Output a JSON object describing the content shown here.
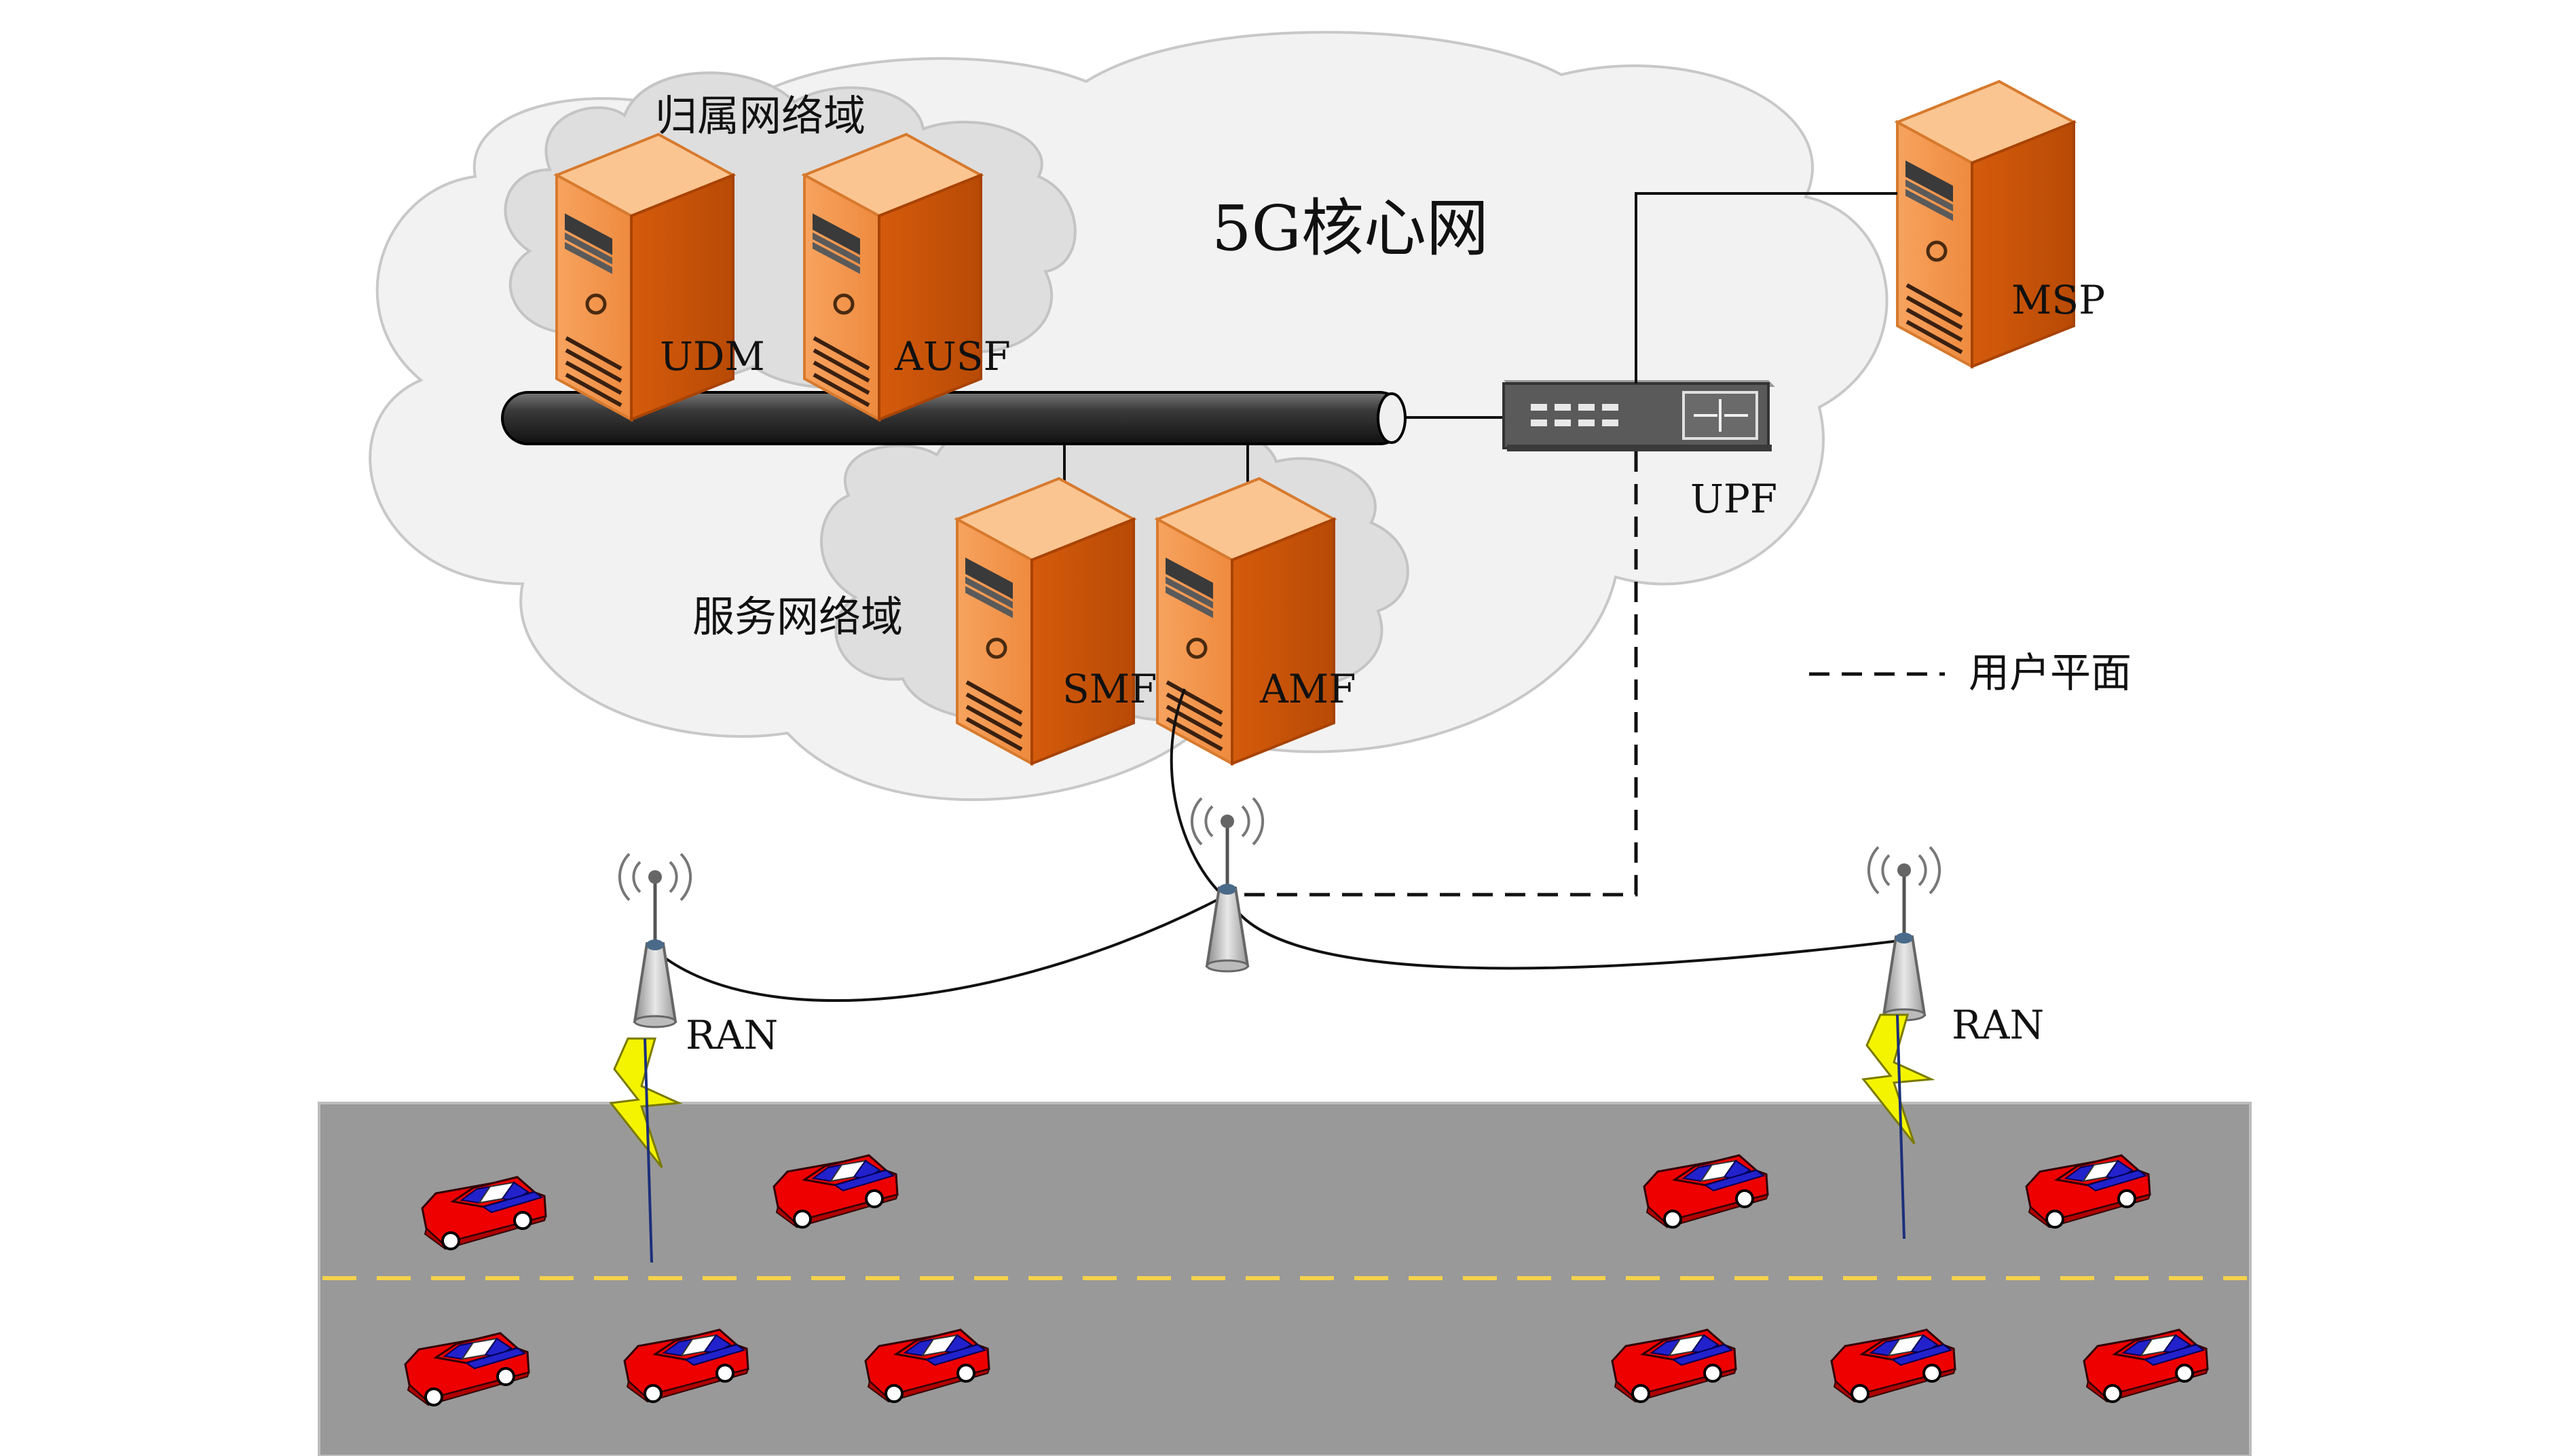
{
  "core_network": {
    "title": "5G核心网"
  },
  "home_domain": {
    "title": "归属网络域"
  },
  "serving_domain": {
    "title": "服务网络域"
  },
  "servers": {
    "udm": "UDM",
    "ausf": "AUSF",
    "smf": "SMF",
    "amf": "AMF",
    "msp": "MSP"
  },
  "upf": {
    "label": "UPF"
  },
  "ran": {
    "left": "RAN",
    "right": "RAN"
  },
  "legend": {
    "user_plane": "用户平面"
  },
  "colors": {
    "cloud_outer": "#f2f2f2",
    "cloud_inner": "#dedede",
    "server_orange": "#e8741e",
    "road": "#999999",
    "car_red": "#ee0000",
    "car_blue": "#2222cc",
    "lane_yellow": "#f5d24b",
    "lightning": "#f4f400"
  },
  "icons": [
    "server-icon",
    "switch-icon",
    "antenna-icon",
    "lightning-icon",
    "car-icon",
    "bus-pipe"
  ]
}
